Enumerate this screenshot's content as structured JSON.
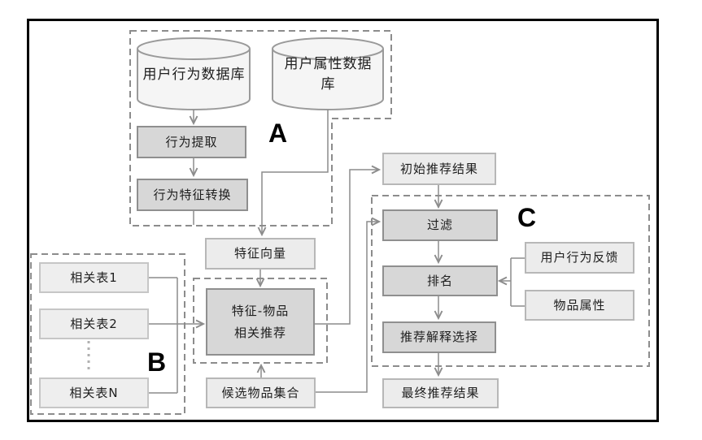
{
  "diagram": {
    "groups": {
      "a": {
        "label": "A"
      },
      "b": {
        "label": "B"
      },
      "c": {
        "label": "C"
      }
    },
    "nodes": {
      "user_behavior_db": {
        "label": "用户行为数据库"
      },
      "user_attribute_db": {
        "label": "用户属性数据库"
      },
      "behavior_extract": {
        "label": "行为提取"
      },
      "behavior_feature_transform": {
        "label": "行为特征转换"
      },
      "feature_vector": {
        "label": "特征向量"
      },
      "feature_item_rec": {
        "line1": "特征-物品",
        "line2": "相关推荐"
      },
      "related_table_1": {
        "label": "相关表1"
      },
      "related_table_2": {
        "label": "相关表2"
      },
      "related_table_n": {
        "label": "相关表N"
      },
      "candidate_item_set": {
        "label": "候选物品集合"
      },
      "initial_rec_result": {
        "label": "初始推荐结果"
      },
      "filter": {
        "label": "过滤"
      },
      "ranking": {
        "label": "排名"
      },
      "rec_explain_select": {
        "label": "推荐解释选择"
      },
      "final_rec_result": {
        "label": "最终推荐结果"
      },
      "user_behavior_feedback": {
        "label": "用户行为反馈"
      },
      "item_attribute": {
        "label": "物品属性"
      }
    },
    "colors": {
      "process_fill": "#d7d7d7",
      "process_border": "#8f8f8f",
      "data_fill": "#ececec",
      "data_border": "#b7b7b7",
      "cylinder_fill": "#f5f5f5",
      "connector": "#8c8c8c",
      "dashed_outline": "#8c8c8c",
      "frame": "#000000",
      "text": "#1e1e1e"
    }
  }
}
